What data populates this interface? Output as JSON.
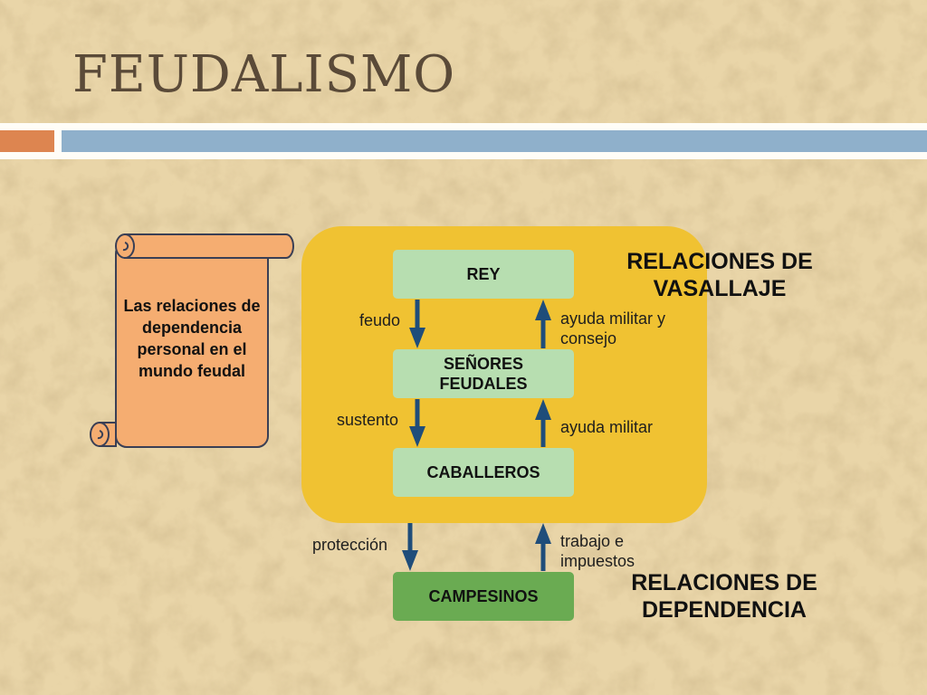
{
  "title": "FEUDALISMO",
  "colors": {
    "background": "#e9d5a8",
    "title": "#5a4a38",
    "accent_orange": "#dd8550",
    "accent_blue": "#8fb0cb",
    "scroll": "#f5ad71",
    "panel": "#f0c232",
    "box_light": "#b7deb0",
    "box_dark": "#6aab52",
    "arrow": "#1f4d7a"
  },
  "scroll_text": "Las relaciones\nde\ndependencia\npersonal en el\nmundo feudal",
  "diagram": {
    "boxes": {
      "rey": "REY",
      "senores": "SEÑORES\nFEUDALES",
      "caballeros": "CABALLEROS",
      "campesinos": "CAMPESINOS"
    },
    "labels": {
      "feudo": "feudo",
      "ayuda_consejo": "ayuda militar y\nconsejo",
      "sustento": "sustento",
      "ayuda_militar": "ayuda militar",
      "proteccion": "protección",
      "trabajo": "trabajo e\nimpuestos"
    },
    "headings": {
      "vasallaje": "RELACIONES DE\nVASALLAJE",
      "dependencia": "RELACIONES DE\nDEPENDENCIA"
    }
  }
}
